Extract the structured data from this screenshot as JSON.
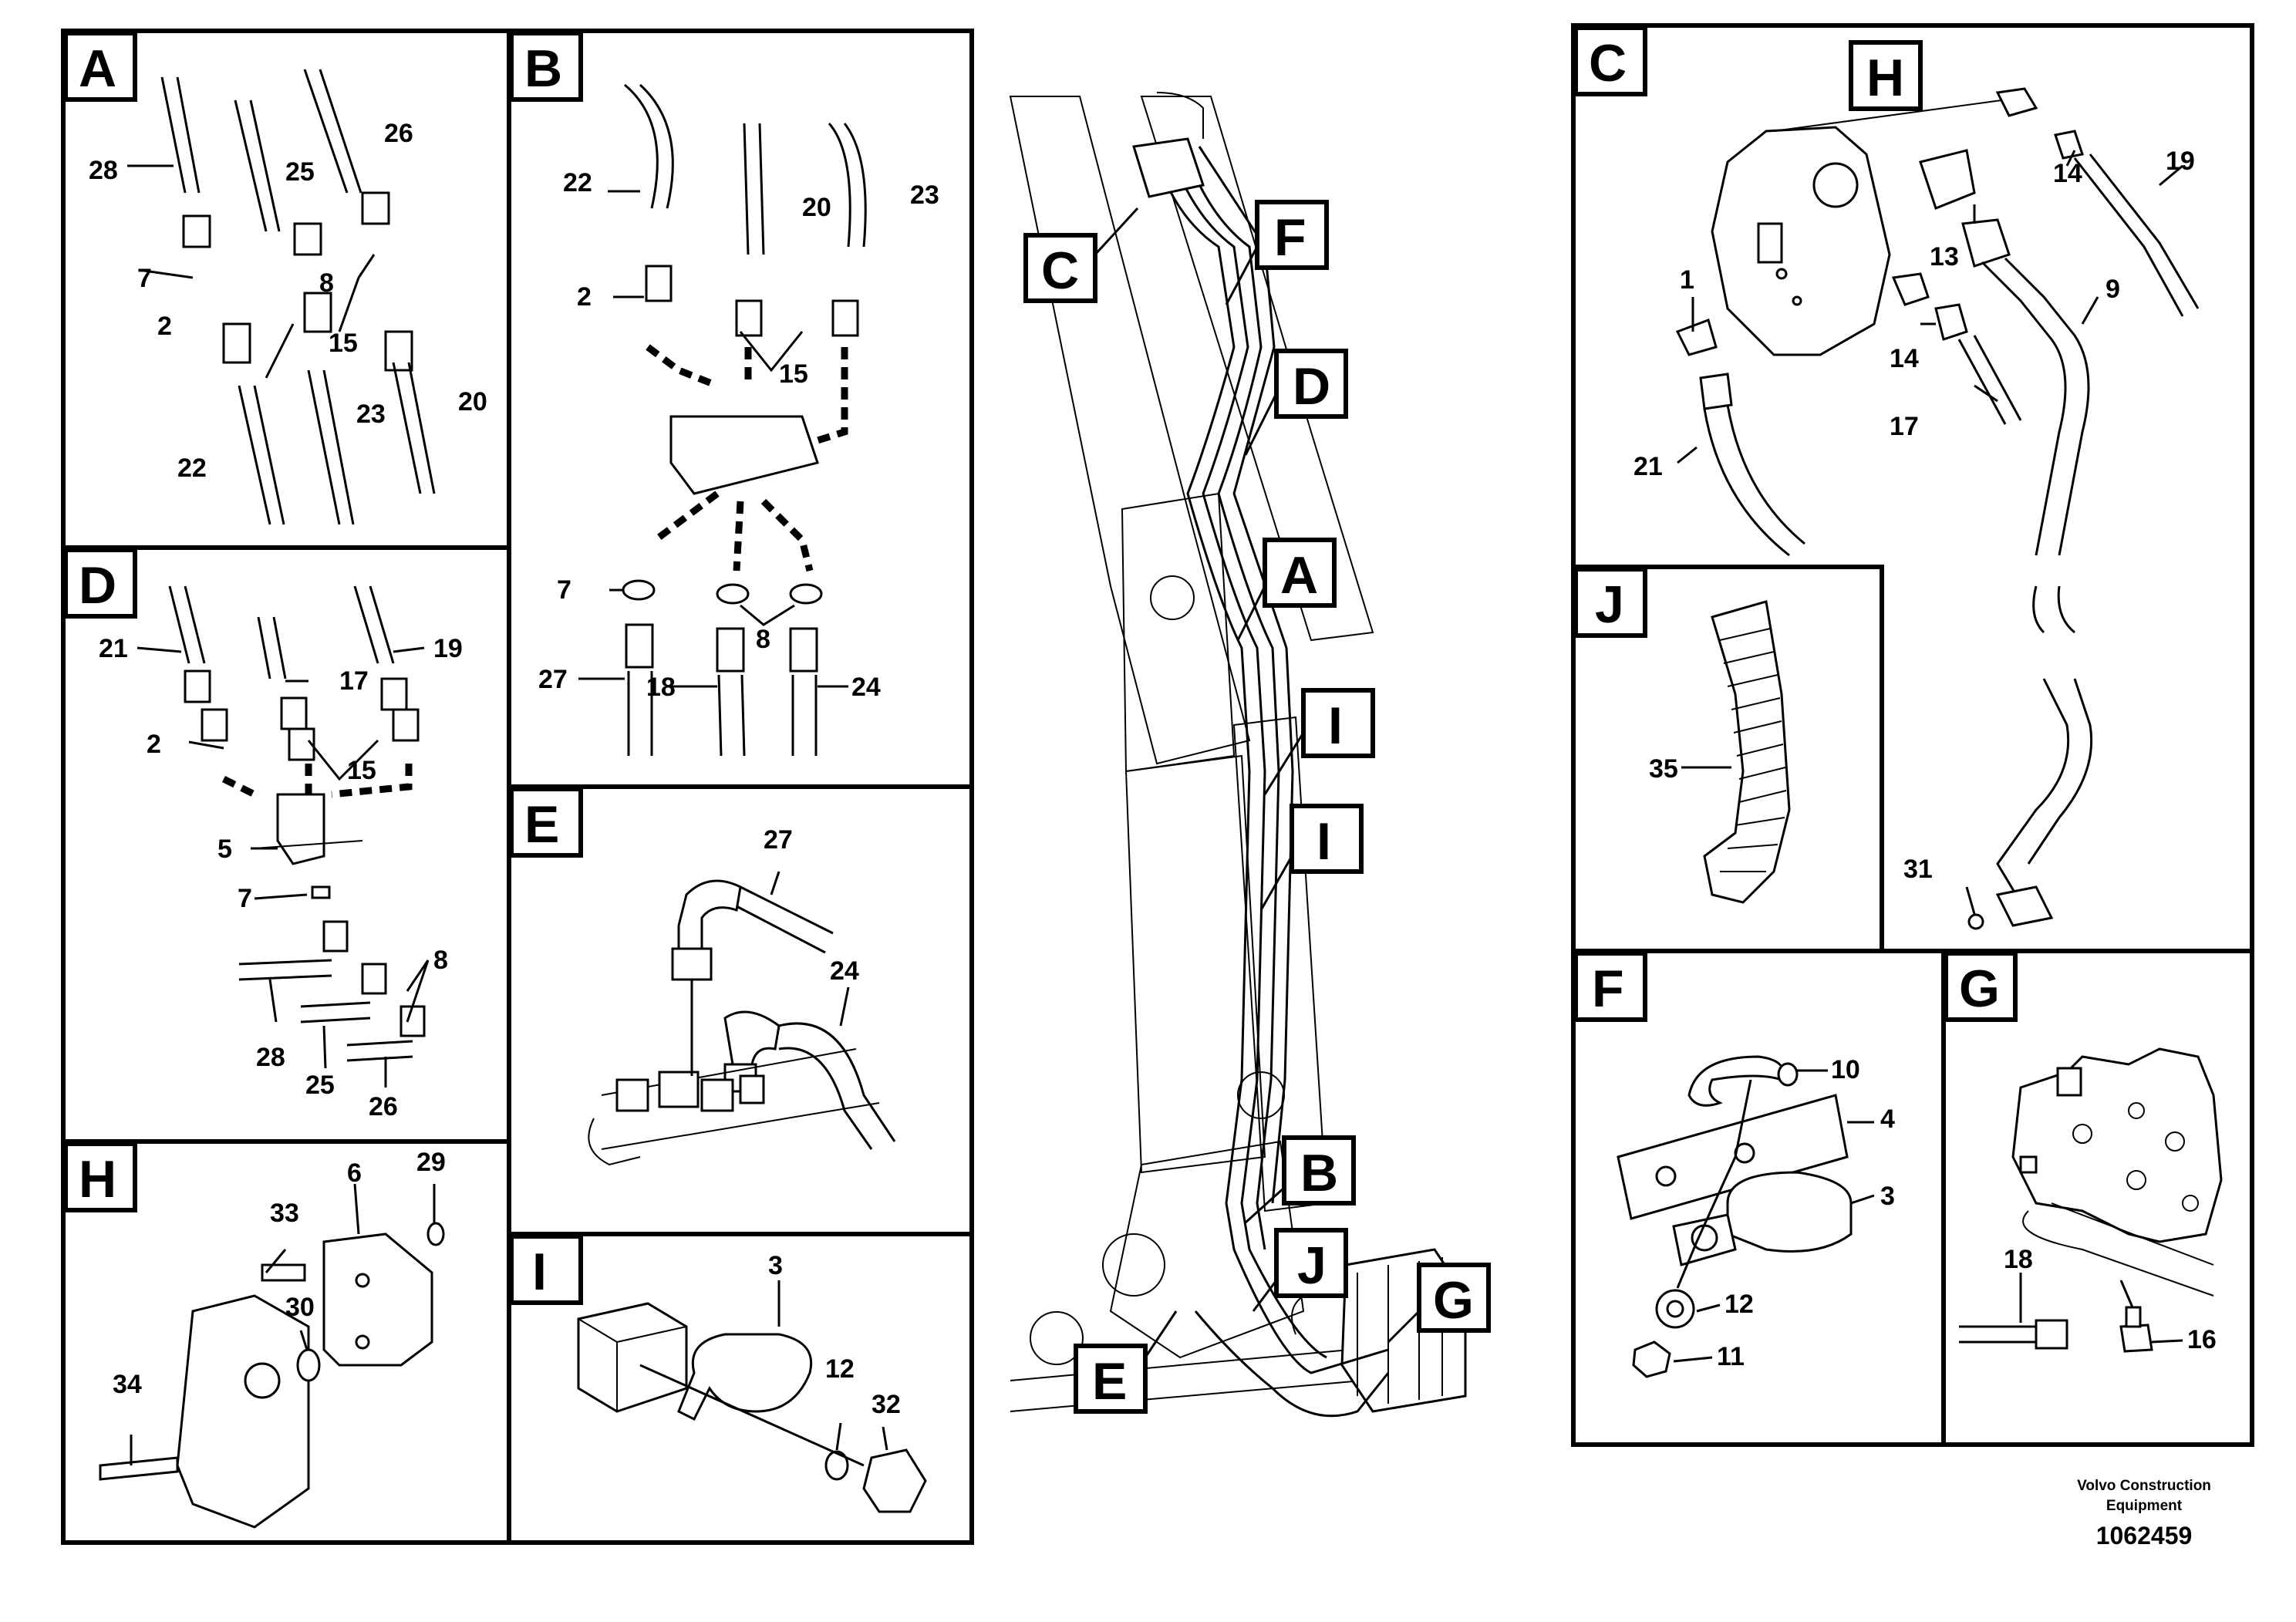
{
  "panels": {
    "A": {
      "letter": "A",
      "labels": [
        "28",
        "25",
        "26",
        "7",
        "8",
        "2",
        "15",
        "23",
        "20",
        "22"
      ]
    },
    "B": {
      "letter": "B",
      "labels": [
        "22",
        "20",
        "23",
        "2",
        "15",
        "7",
        "8",
        "27",
        "18",
        "24"
      ]
    },
    "D": {
      "letter": "D",
      "labels": [
        "21",
        "17",
        "19",
        "2",
        "15",
        "5",
        "7",
        "8",
        "28",
        "25",
        "26"
      ]
    },
    "E": {
      "letter": "E",
      "labels": [
        "27",
        "24"
      ]
    },
    "H": {
      "letter": "H",
      "labels": [
        "6",
        "29",
        "33",
        "30",
        "34"
      ]
    },
    "I": {
      "letter": "I",
      "labels": [
        "3",
        "12",
        "32"
      ]
    },
    "C": {
      "letter": "C",
      "sub_letter": "H",
      "labels": [
        "14",
        "19",
        "13",
        "1",
        "9",
        "14",
        "17",
        "21",
        "31"
      ]
    },
    "J": {
      "letter": "J",
      "labels": [
        "35"
      ]
    },
    "F": {
      "letter": "F",
      "labels": [
        "10",
        "4",
        "3",
        "12",
        "11"
      ]
    },
    "G": {
      "letter": "G",
      "labels": [
        "18",
        "16"
      ]
    }
  },
  "overview": {
    "callouts": [
      "C",
      "F",
      "D",
      "A",
      "I",
      "I",
      "B",
      "J",
      "G",
      "E"
    ]
  },
  "footer": {
    "line1": "Volvo Construction",
    "line2": "Equipment",
    "drawing_number": "1062459"
  }
}
